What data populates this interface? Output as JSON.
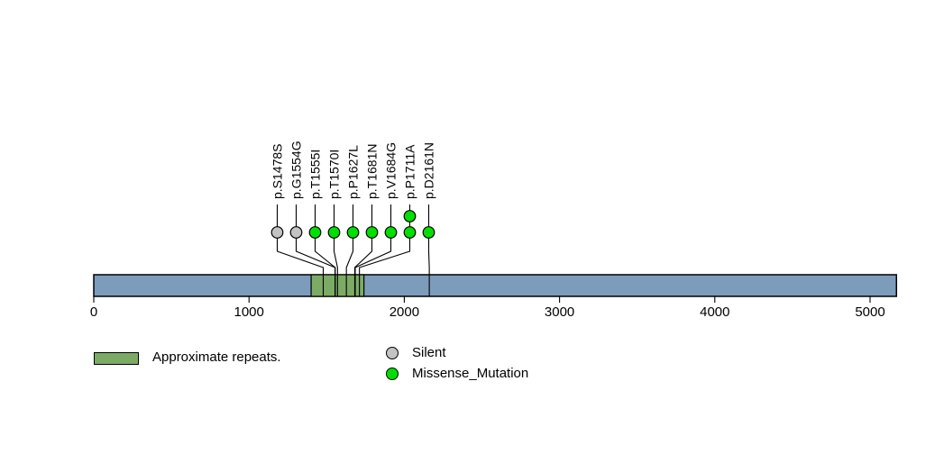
{
  "chart_data": {
    "type": "lollipop",
    "title": "",
    "xlabel": "",
    "ylabel": "",
    "axis": {
      "tick_values": [
        0,
        1000,
        2000,
        3000,
        4000,
        5000
      ],
      "tick_labels": [
        "0",
        "1000",
        "2000",
        "3000",
        "4000",
        "5000"
      ],
      "min": 0,
      "max": 5000
    },
    "protein_length": 5170,
    "domains": [
      {
        "name": "Approximate repeats.",
        "start": 1400,
        "end": 1740
      }
    ],
    "mutations": [
      {
        "label": "p.S1478S",
        "position": 1478,
        "type": "Silent",
        "count": 1
      },
      {
        "label": "p.G1554G",
        "position": 1554,
        "type": "Silent",
        "count": 1
      },
      {
        "label": "p.T1555I",
        "position": 1555,
        "type": "Missense_Mutation",
        "count": 1
      },
      {
        "label": "p.T1570I",
        "position": 1570,
        "type": "Missense_Mutation",
        "count": 1
      },
      {
        "label": "p.P1627L",
        "position": 1627,
        "type": "Missense_Mutation",
        "count": 1
      },
      {
        "label": "p.T1681N",
        "position": 1681,
        "type": "Missense_Mutation",
        "count": 1
      },
      {
        "label": "p.V1684G",
        "position": 1684,
        "type": "Missense_Mutation",
        "count": 1
      },
      {
        "label": "p.P1711A",
        "position": 1711,
        "type": "Missense_Mutation",
        "count": 2
      },
      {
        "label": "p.D2161N",
        "position": 2161,
        "type": "Missense_Mutation",
        "count": 1
      }
    ],
    "colors": {
      "backbone": "#7d9cbc",
      "domain": "#7cab66",
      "Silent": "#c3c3c3",
      "Missense_Mutation": "#00e000",
      "stroke": "#000000"
    },
    "legend": {
      "domain_label": "Approximate repeats.",
      "entries": [
        {
          "label": "Silent",
          "type": "Silent"
        },
        {
          "label": "Missense_Mutation",
          "type": "Missense_Mutation"
        }
      ]
    }
  }
}
